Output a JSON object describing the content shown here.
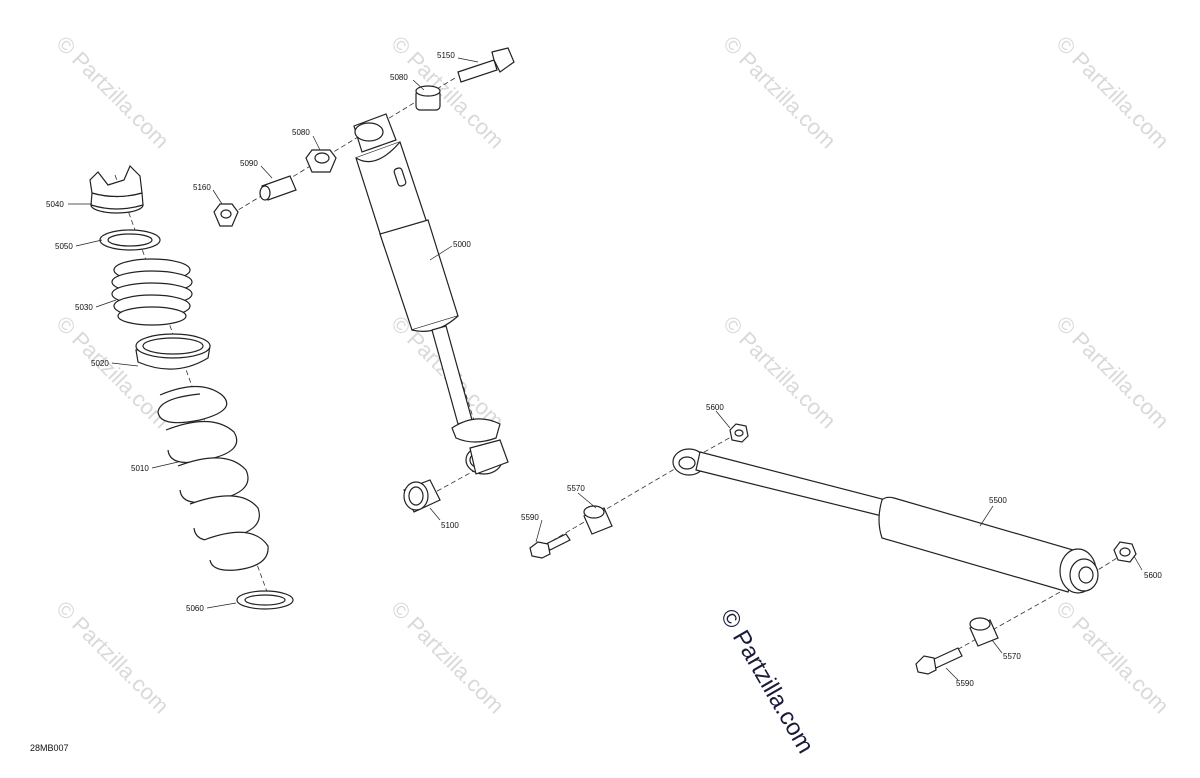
{
  "watermark_text": "© Partzilla.com",
  "copyright_text": "© Partzilla.com",
  "diagram_code": "28MB007",
  "callouts": {
    "c5150": "5150",
    "c5080a": "5080",
    "c5080b": "5080",
    "c5090": "5090",
    "c5160": "5160",
    "c5040": "5040",
    "c5050": "5050",
    "c5030": "5030",
    "c5020": "5020",
    "c5010": "5010",
    "c5060": "5060",
    "c5000": "5000",
    "c5100": "5100",
    "c5600a": "5600",
    "c5570a": "5570",
    "c5590a": "5590",
    "c5500": "5500",
    "c5600b": "5600",
    "c5570b": "5570",
    "c5590b": "5590"
  },
  "colors": {
    "line": "#222222",
    "watermark": "#d9d9d9",
    "copyright": "#1a1a3a"
  }
}
